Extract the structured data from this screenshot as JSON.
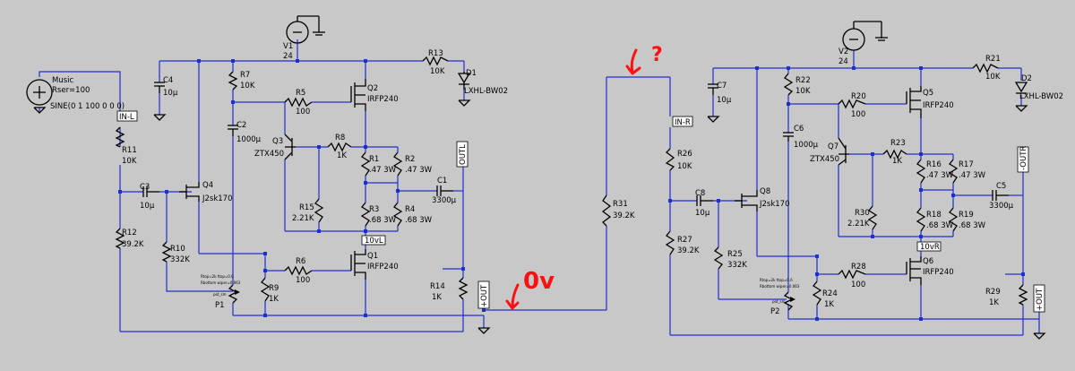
{
  "left": {
    "source": {
      "name": "Music",
      "rser": "Rser=100",
      "func": "SINE(0 1 100 0 0 0)"
    },
    "in_label": "IN-L",
    "V1": {
      "name": "V1",
      "value": "24"
    },
    "C4": {
      "name": "C4",
      "value": "10µ"
    },
    "R7": {
      "name": "R7",
      "value": "10K"
    },
    "C2": {
      "name": "C2",
      "value": "1000µ"
    },
    "R5": {
      "name": "R5",
      "value": "100"
    },
    "Q2": {
      "name": "Q2",
      "value": "IRFP240"
    },
    "R13": {
      "name": "R13",
      "value": "10K"
    },
    "D1": {
      "name": "D1",
      "value": "LXHL-BW02"
    },
    "Q3": {
      "name": "Q3",
      "value": "ZTX450"
    },
    "R8": {
      "name": "R8",
      "value": "1K"
    },
    "R1": {
      "name": "R1",
      "value": ".47 3W"
    },
    "R2": {
      "name": "R2",
      "value": ".47 3W"
    },
    "out_label": "OUTL",
    "R11": {
      "name": "R11",
      "value": "10K"
    },
    "C3": {
      "name": "C3",
      "value": "10µ"
    },
    "Q4": {
      "name": "Q4",
      "value": "J2sk170"
    },
    "C1": {
      "name": "C1",
      "value": "3300µ"
    },
    "R15": {
      "name": "R15",
      "value": "2.21K"
    },
    "R3": {
      "name": "R3",
      "value": ".68 3W"
    },
    "R4": {
      "name": "R4",
      "value": ".68 3W"
    },
    "R12": {
      "name": "R12",
      "value": "39.2K"
    },
    "R10": {
      "name": "R10",
      "value": "332K"
    },
    "node_10v": "10vL",
    "Q1": {
      "name": "Q1",
      "value": "IRFP240"
    },
    "R6": {
      "name": "R6",
      "value": "100"
    },
    "R9": {
      "name": "R9",
      "value": "1K"
    },
    "R14": {
      "name": "R14",
      "value": "1K"
    },
    "P1": {
      "name": "P1",
      "pot_text": [
        "Rtop=2k ttop=0.6",
        "Rbottom wiper=0.063",
        "pot_sm"
      ]
    },
    "plus_out": "+OUT"
  },
  "right": {
    "V2": {
      "name": "V2",
      "value": "24"
    },
    "C7": {
      "name": "C7",
      "value": "10µ"
    },
    "R22": {
      "name": "R22",
      "value": "10K"
    },
    "R20": {
      "name": "R20",
      "value": "100"
    },
    "Q5": {
      "name": "Q5",
      "value": "IRFP240"
    },
    "R21": {
      "name": "R21",
      "value": "10K"
    },
    "D2": {
      "name": "D2",
      "value": "LXHL-BW02"
    },
    "in_label": "IN-R",
    "C6": {
      "name": "C6",
      "value": "1000µ"
    },
    "Q7": {
      "name": "Q7",
      "value": "ZTX450"
    },
    "R23": {
      "name": "R23",
      "value": "1K"
    },
    "R16": {
      "name": "R16",
      "value": ".47 3W"
    },
    "R17": {
      "name": "R17",
      "value": ".47 3W"
    },
    "out_label": "-OUTR",
    "R26": {
      "name": "R26",
      "value": "10K"
    },
    "R31": {
      "name": "R31",
      "value": "39.2K"
    },
    "C8": {
      "name": "C8",
      "value": "10µ"
    },
    "Q8": {
      "name": "Q8",
      "value": "J2sk170"
    },
    "C5": {
      "name": "C5",
      "value": "3300µ"
    },
    "R30": {
      "name": "R30",
      "value": "2.21K"
    },
    "R18": {
      "name": "R18",
      "value": ".68 3W"
    },
    "R19": {
      "name": "R19",
      "value": ".68 3W"
    },
    "R27": {
      "name": "R27",
      "value": "39.2K"
    },
    "R25": {
      "name": "R25",
      "value": "332K"
    },
    "node_10v": "10vR",
    "R28": {
      "name": "R28",
      "value": "100"
    },
    "Q6": {
      "name": "Q6",
      "value": "IRFP240"
    },
    "R24": {
      "name": "R24",
      "value": "1K"
    },
    "R29": {
      "name": "R29",
      "value": "1K"
    },
    "P2": {
      "name": "P2",
      "pot_text": [
        "Rtop=2k ttop=0.6",
        "Rbottom wiper=0.063",
        "pot_sm"
      ]
    },
    "plus_out": "+OUT"
  },
  "annotations": {
    "question": "?",
    "zero_volt": "0v"
  },
  "colors": {
    "background": "#c8c8c8",
    "wire": "#1f2fd0",
    "annotation": "#ff1010"
  }
}
